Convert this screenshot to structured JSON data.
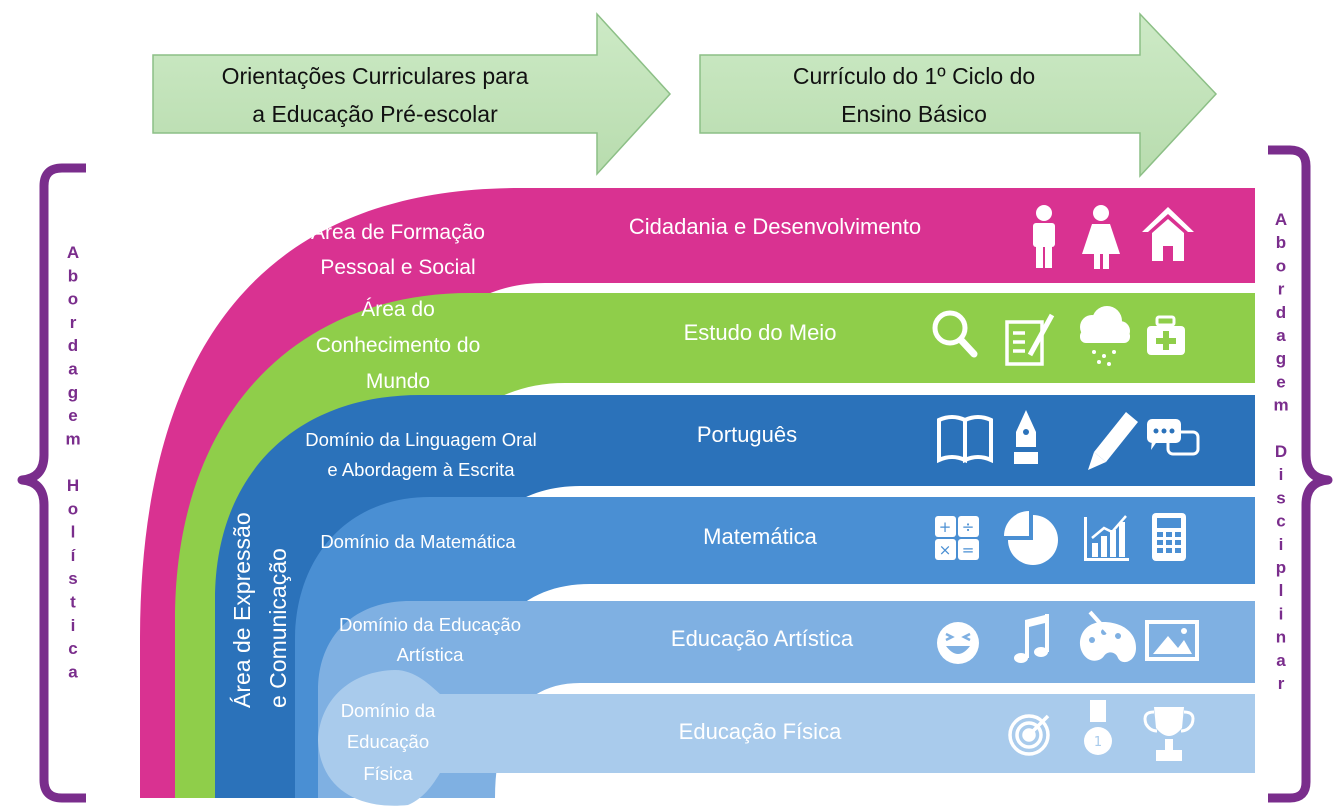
{
  "arrows": [
    {
      "line1": "Orientações Curriculares para",
      "line2": "a Educação Pré-escolar"
    },
    {
      "line1": "Currículo do 1º Ciclo do",
      "line2": "Ensino Básico"
    }
  ],
  "left_label": "Abordagem Holística",
  "right_label": "Abordagem Disciplinar",
  "areas": {
    "formacao": [
      "Área de Formação",
      "Pessoal e Social"
    ],
    "conhecimento": [
      "Área do",
      "Conhecimento do",
      "Mundo"
    ],
    "linguagem": [
      "Domínio da Linguagem Oral",
      "e Abordagem à Escrita"
    ],
    "matematica": [
      "Domínio da Matemática"
    ],
    "artistica": [
      "Domínio da Educação",
      "Artística"
    ],
    "fisica": [
      "Domínio da",
      "Educação",
      "Física"
    ],
    "expressao": [
      "Área de Expressão",
      "e Comunicação"
    ]
  },
  "disciplines": [
    {
      "label": "Cidadania e Desenvolvimento",
      "color": "#d93291",
      "icons": [
        "man-icon",
        "woman-icon",
        "house-icon"
      ]
    },
    {
      "label": "Estudo do Meio",
      "color": "#8fce4a",
      "icons": [
        "magnifier-icon",
        "notebook-pen-icon",
        "rain-cloud-icon",
        "first-aid-kit-icon"
      ]
    },
    {
      "label": "Português",
      "color": "#2b72ba",
      "icons": [
        "open-book-icon",
        "fountain-pen-icon",
        "pencil-icon",
        "chat-bubbles-icon"
      ]
    },
    {
      "label": "Matemática",
      "color": "#4a8fd3",
      "icons": [
        "calculator-keys-icon",
        "pie-chart-icon",
        "bar-chart-icon",
        "calculator-icon"
      ]
    },
    {
      "label": "Educação Artística",
      "color": "#7fb0e2",
      "icons": [
        "laughing-face-icon",
        "music-note-icon",
        "paint-palette-icon",
        "picture-icon"
      ]
    },
    {
      "label": "Educação Física",
      "color": "#a9cbec",
      "icons": [
        "target-icon",
        "medal-icon",
        "trophy-icon"
      ]
    }
  ],
  "colors": {
    "arrow_fill": "#c6e5bf",
    "bracket": "#7a2d8c"
  }
}
